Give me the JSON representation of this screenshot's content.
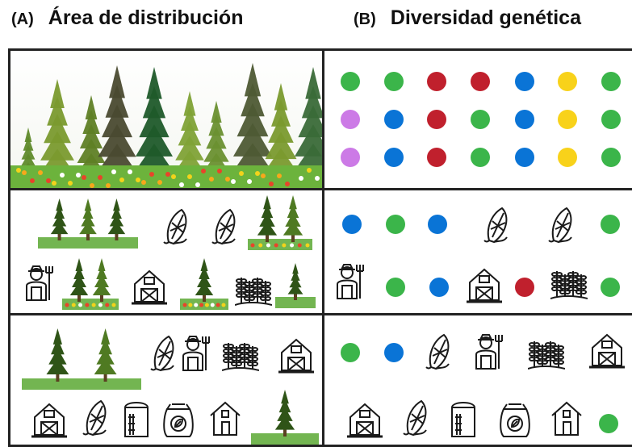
{
  "titles": {
    "a_letter": "(A)",
    "a_text": "Área de distribución",
    "b_letter": "(B)",
    "b_text": "Diversidad genética"
  },
  "colors": {
    "green": "#3bb54a",
    "red": "#c0202d",
    "blue": "#0a74d6",
    "yellow": "#f8d21a",
    "purple": "#cc7ae6",
    "tree": "#4f7a22",
    "tree_dark": "#2f5417",
    "grass": "#5aa832",
    "icon": "#1a1a1a"
  },
  "panel_b_rows": {
    "row1": [
      "green",
      "green",
      "red",
      "red",
      "blue",
      "yellow",
      "green"
    ],
    "row2": [
      "purple",
      "blue",
      "red",
      "green",
      "blue",
      "yellow",
      "green"
    ],
    "row3": [
      "purple",
      "blue",
      "red",
      "green",
      "blue",
      "yellow",
      "green"
    ]
  },
  "icons": [
    "tree-icon",
    "corn-icon",
    "farmer-icon",
    "wheat-icon",
    "barn-icon",
    "silo-icon",
    "seed-bag-icon",
    "house-icon"
  ]
}
